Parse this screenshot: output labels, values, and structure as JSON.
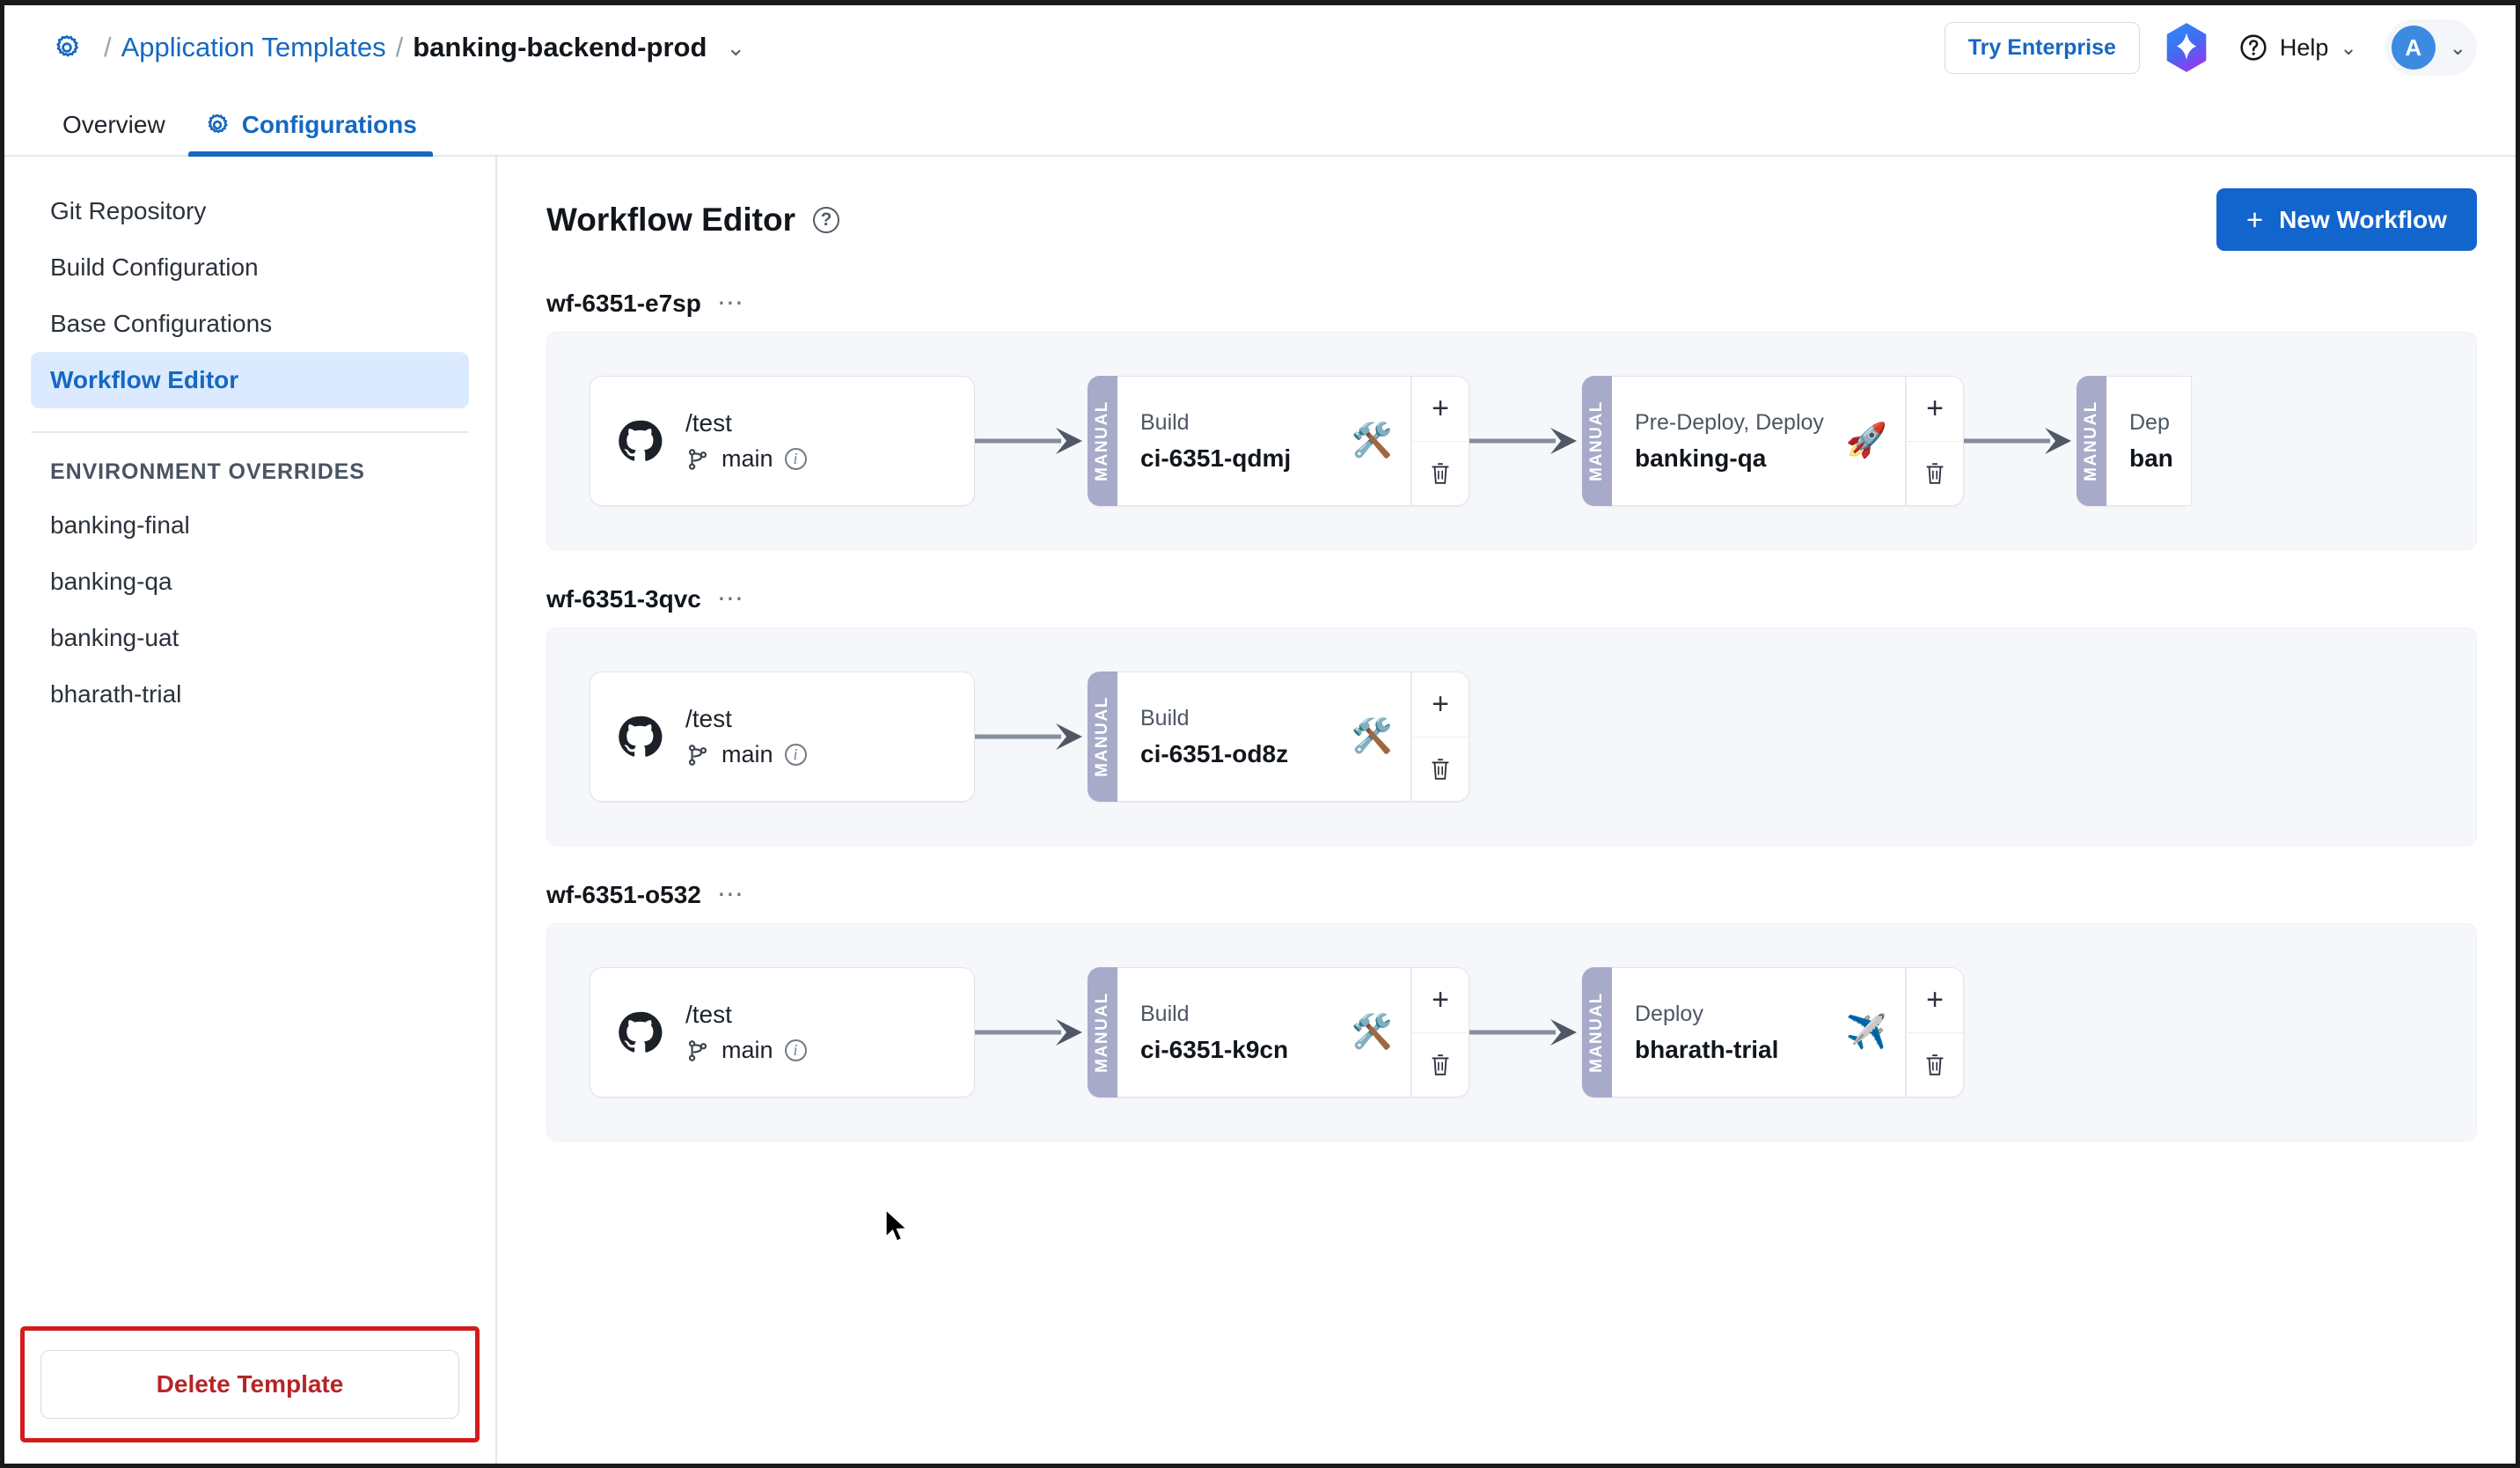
{
  "header": {
    "home_icon": "gear-icon",
    "breadcrumb": {
      "separator": "/",
      "parent": "Application Templates",
      "current": "banking-backend-prod",
      "caret": "⌄"
    },
    "try_enterprise_label": "Try Enterprise",
    "ai_icon": "sparkle-icon",
    "help_label": "Help",
    "help_icon": "question-circle-icon",
    "help_caret": "⌄",
    "avatar_initial": "A",
    "avatar_caret": "⌄"
  },
  "tabs": [
    {
      "label": "Overview",
      "icon": "",
      "active": false
    },
    {
      "label": "Configurations",
      "icon": "gear-icon",
      "active": true
    }
  ],
  "sidebar": {
    "items": [
      {
        "label": "Git Repository",
        "active": false
      },
      {
        "label": "Build Configuration",
        "active": false
      },
      {
        "label": "Base Configurations",
        "active": false
      },
      {
        "label": "Workflow Editor",
        "active": true
      }
    ],
    "section_title": "ENVIRONMENT OVERRIDES",
    "environments": [
      {
        "label": "banking-final"
      },
      {
        "label": "banking-qa"
      },
      {
        "label": "banking-uat"
      },
      {
        "label": "bharath-trial"
      }
    ],
    "delete_button_label": "Delete Template"
  },
  "main": {
    "title": "Workflow Editor",
    "title_help_icon": "question-circle-icon",
    "new_workflow_label": "New Workflow",
    "new_workflow_plus": "+",
    "workflows": [
      {
        "name": "wf-6351-e7sp",
        "menu_icon": "ellipsis-icon",
        "source": {
          "repo": "/test",
          "branch": "main",
          "provider_icon": "github-icon",
          "branch_icon": "git-branch-icon",
          "info_icon": "info-icon"
        },
        "stages": [
          {
            "trigger": "MANUAL",
            "kind": "Build",
            "title": "ci-6351-qdmj",
            "emoji": "🛠️",
            "add_icon": "+",
            "delete_icon": "trash-icon",
            "clipped": false
          },
          {
            "trigger": "MANUAL",
            "kind": "Pre-Deploy, Deploy",
            "title": "banking-qa",
            "emoji": "🚀",
            "add_icon": "+",
            "delete_icon": "trash-icon",
            "clipped": false
          },
          {
            "trigger": "MANUAL",
            "kind": "Dep",
            "title": "ban",
            "emoji": "",
            "add_icon": "+",
            "delete_icon": "trash-icon",
            "clipped": true
          }
        ]
      },
      {
        "name": "wf-6351-3qvc",
        "menu_icon": "ellipsis-icon",
        "source": {
          "repo": "/test",
          "branch": "main",
          "provider_icon": "github-icon",
          "branch_icon": "git-branch-icon",
          "info_icon": "info-icon"
        },
        "stages": [
          {
            "trigger": "MANUAL",
            "kind": "Build",
            "title": "ci-6351-od8z",
            "emoji": "🛠️",
            "add_icon": "+",
            "delete_icon": "trash-icon",
            "clipped": false
          }
        ]
      },
      {
        "name": "wf-6351-o532",
        "menu_icon": "ellipsis-icon",
        "source": {
          "repo": "/test",
          "branch": "main",
          "provider_icon": "github-icon",
          "branch_icon": "git-branch-icon",
          "info_icon": "info-icon"
        },
        "stages": [
          {
            "trigger": "MANUAL",
            "kind": "Build",
            "title": "ci-6351-k9cn",
            "emoji": "🛠️",
            "add_icon": "+",
            "delete_icon": "trash-icon",
            "clipped": false
          },
          {
            "trigger": "MANUAL",
            "kind": "Deploy",
            "title": "bharath-trial",
            "emoji": "✈️",
            "add_icon": "+",
            "delete_icon": "trash-icon",
            "clipped": false
          }
        ]
      }
    ]
  },
  "colors": {
    "accent_blue": "#1668c1",
    "primary_button": "#1265cc",
    "active_nav_bg": "#dbeafe",
    "trigger_strip": "#a7aac9",
    "canvas_bg": "#f5f7fb",
    "danger_red": "#b72526",
    "annotation_red": "#d31b1b"
  }
}
